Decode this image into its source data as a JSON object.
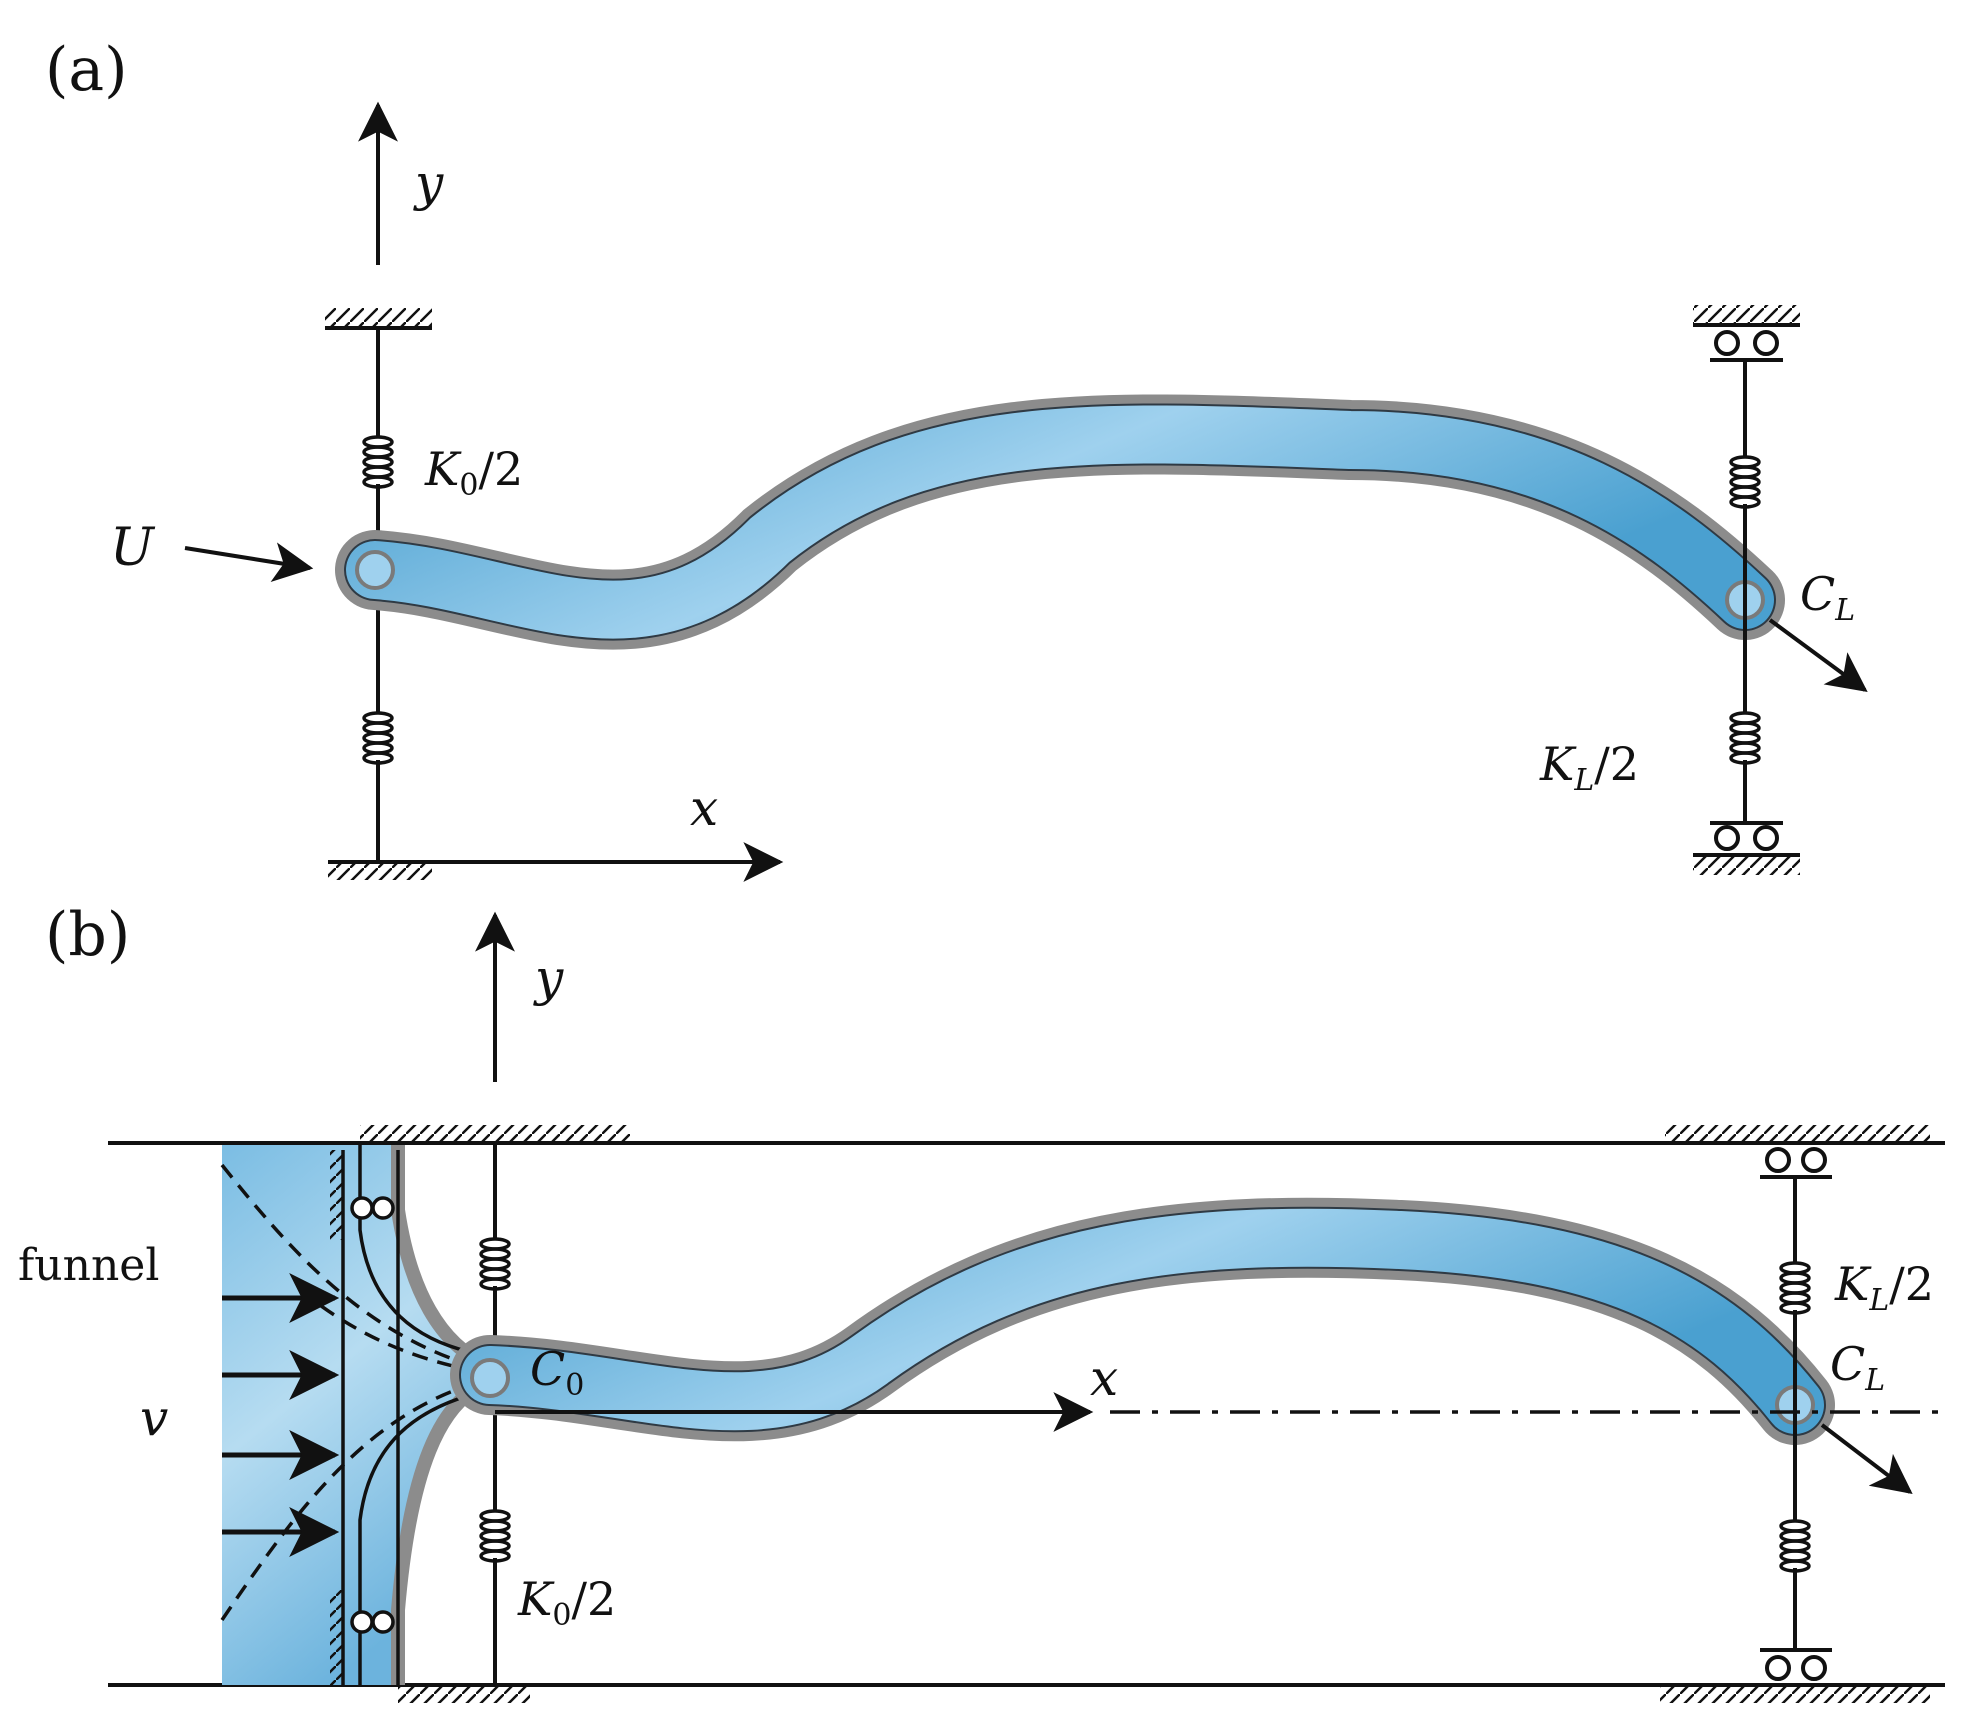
{
  "colors": {
    "fluid": "#5aa9d6",
    "fluid_light": "#a6d3ee",
    "pipe_wall": "#8c8c8c",
    "line": "#111111"
  },
  "panel_a": {
    "label": "(a)",
    "axis_y": "y",
    "axis_x": "x",
    "flow_label": "U",
    "spring_left_label_main": "K",
    "spring_left_label_sub": "0",
    "spring_left_label_tail": "/2",
    "spring_right_label_main": "K",
    "spring_right_label_sub": "L",
    "spring_right_label_tail": "/2",
    "force_label_main": "C",
    "force_label_sub": "L"
  },
  "panel_b": {
    "label": "(b)",
    "axis_y": "y",
    "axis_x": "x",
    "funnel_label": "funnel",
    "flow_label": "v",
    "spring_left_label_main": "K",
    "spring_left_label_sub": "0",
    "spring_left_label_tail": "/2",
    "spring_right_label_main": "K",
    "spring_right_label_sub": "L",
    "spring_right_label_tail": "/2",
    "c0_label_main": "C",
    "c0_label_sub": "0",
    "cl_label_main": "C",
    "cl_label_sub": "L"
  },
  "icons": [
    "arrow-icon",
    "spring-icon",
    "ground-hatch-icon",
    "roller-icon",
    "pin-joint-icon"
  ]
}
